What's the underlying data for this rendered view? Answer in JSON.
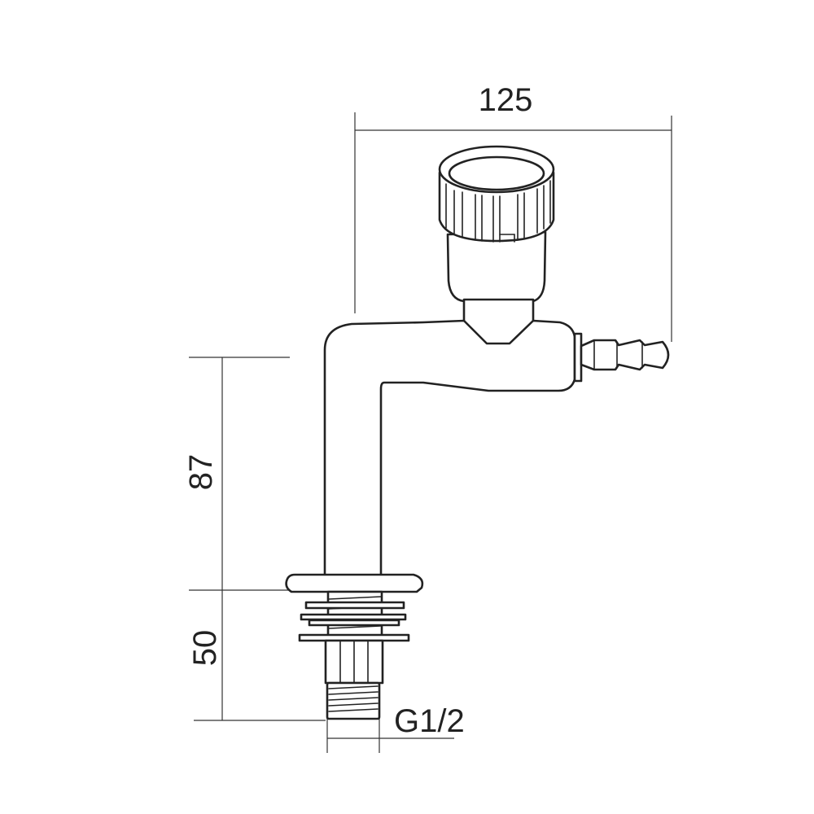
{
  "dimensions": {
    "width_label": "125",
    "upper_height_label": "87",
    "lower_height_label": "50",
    "thread_label": "G1/2"
  },
  "colors": {
    "line": "#222222",
    "background": "#ffffff"
  }
}
